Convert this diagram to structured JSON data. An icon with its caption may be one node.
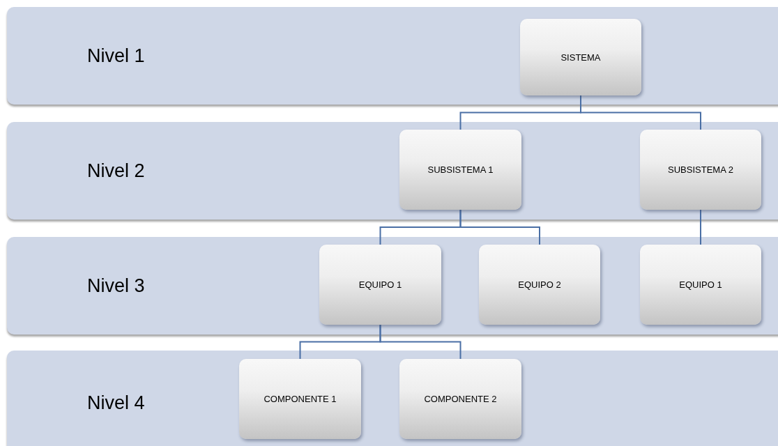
{
  "diagram": {
    "nodes": [
      {
        "text": [
          "Nivel 1"
        ]
      },
      {
        "text": [
          "SISTEMA"
        ],
        "in": 0
      },
      {
        "text": [
          "Nivel 2"
        ]
      },
      {
        "text": [
          "SUBSISTEMA 1"
        ],
        "in": 2
      },
      {
        "text": [
          "SUBSISTEMA 2"
        ],
        "in": 2
      },
      {
        "text": [
          "Nivel 3"
        ]
      },
      {
        "text": [
          "EQUIPO 1"
        ],
        "in": 5
      },
      {
        "text": [
          "EQUIPO 2"
        ],
        "in": 5
      },
      {
        "text": [
          "EQUIPO 1"
        ],
        "in": 5
      },
      {
        "text": [
          "Nivel 4"
        ]
      },
      {
        "text": [
          "COMPONENTE 1"
        ],
        "in": 9
      },
      {
        "text": [
          "COMPONENTE 2"
        ],
        "in": 9
      }
    ],
    "edges": [
      {
        "from": 1,
        "to": 3,
        "arrow": "none"
      },
      {
        "from": 1,
        "to": 4,
        "arrow": "none"
      },
      {
        "from": 3,
        "to": 6,
        "arrow": "none"
      },
      {
        "from": 3,
        "to": 7,
        "arrow": "none"
      },
      {
        "from": 4,
        "to": 8,
        "arrow": "none"
      },
      {
        "from": 6,
        "to": 10,
        "arrow": "none"
      },
      {
        "from": 6,
        "to": 11,
        "arrow": "none"
      }
    ]
  }
}
